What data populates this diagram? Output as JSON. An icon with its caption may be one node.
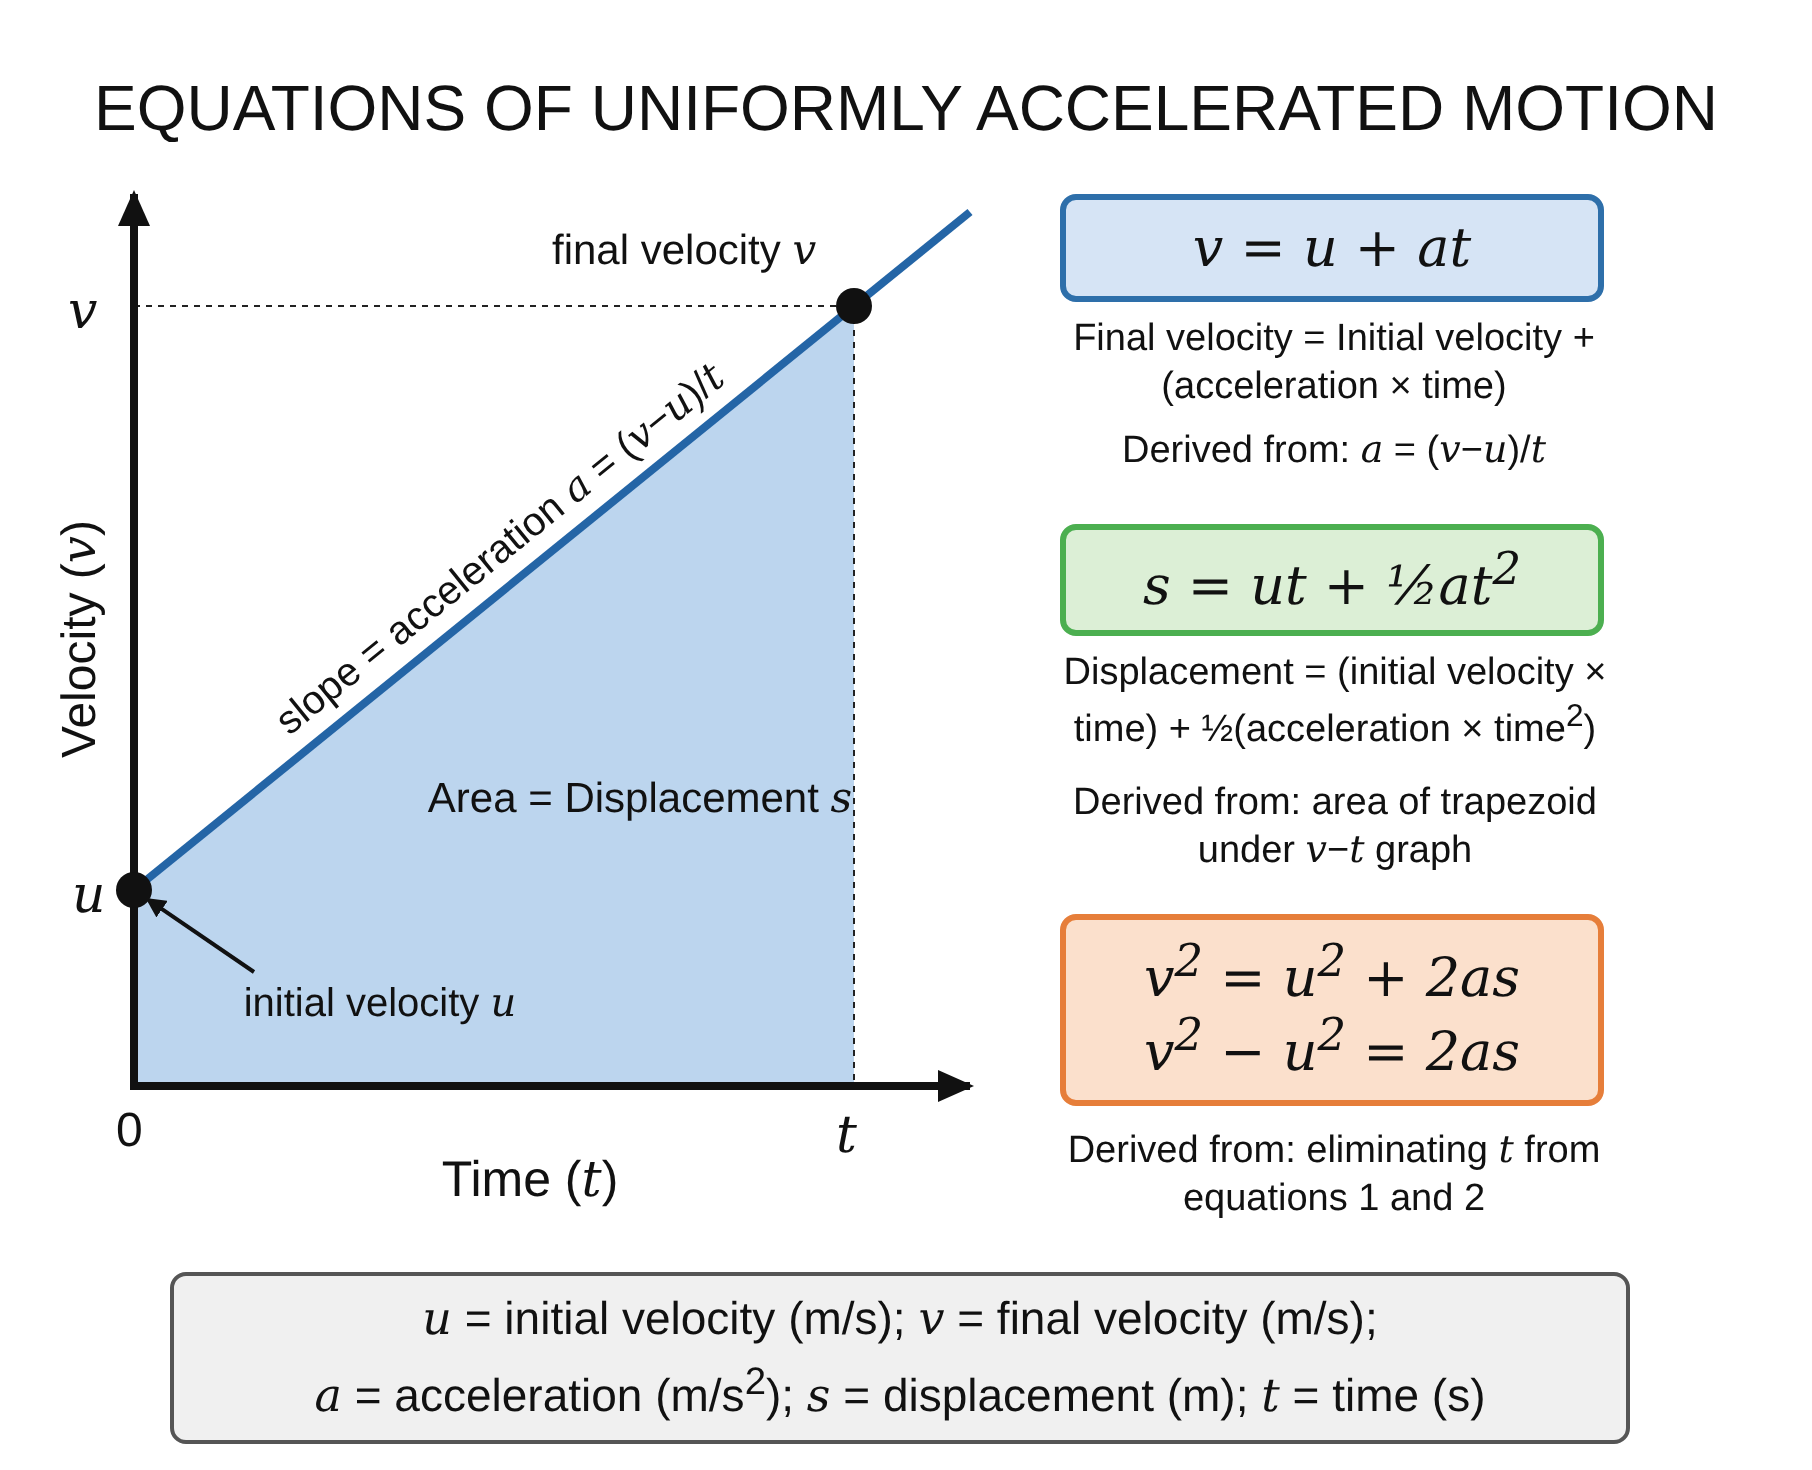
{
  "diagram": {
    "title": "EQUATIONS OF UNIFORMLY ACCELERATED MOTION",
    "nodes": [
      {
        "text": [
          "v = u + at"
        ],
        "beside": [
          "Final velocity = Initial velocity + (acceleration × time)",
          "Derived from: *a* = (*v*−*u*)/*t*"
        ]
      },
      {
        "text": [
          "s = ut + ½at$^{2}$"
        ],
        "beside": [
          "Displacement = (initial velocity × time) + ½(acceleration × time$^{2}$)",
          "Derived from: area of trapezoid under *v*−*t* graph"
        ]
      },
      {
        "text": [
          "v$^{2}$ = u$^{2}$ + 2as",
          "v$^{2}$ − u$^{2}$ = 2as"
        ],
        "beside": [
          "Derived from: eliminating *t* from equations 1 and 2"
        ]
      },
      {
        "text": [
          "*u* = initial velocity (m/s);  *v* = final velocity (m/s);",
          "*a* = acceleration (m/s$^{2}$);  *s* = displacement (m);  *t* = time (s)"
        ]
      },
      {
        "text": [
          "initial velocity *u*"
        ]
      },
      {
        "text": [],
        "shape": "circle"
      },
      {
        "text": [],
        "shape": "circle"
      }
    ],
    "edges": [
      {
        "from": 4,
        "to": 5,
        "arrow": "to"
      }
    ],
    "labels": [
      "final velocity *v*",
      "*v*",
      "Velocity (*v*)",
      "slope = acceleration *a* = (*v*−*u*)/*t*",
      "Area = Displacement *s*",
      "*u*",
      "0",
      "*t*",
      "Time (*t*)"
    ]
  }
}
